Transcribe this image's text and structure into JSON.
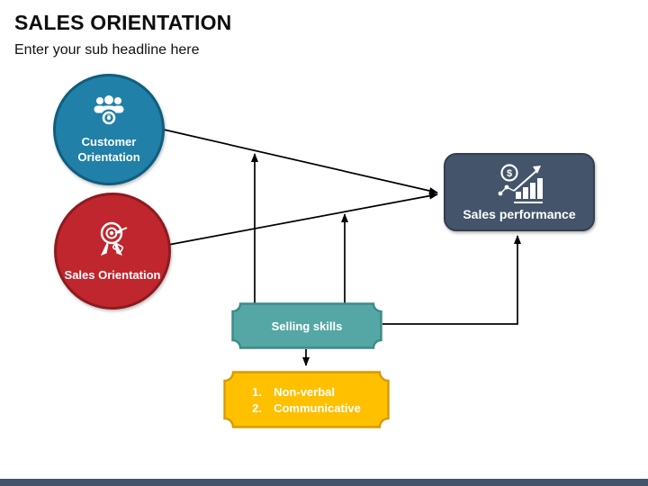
{
  "slide": {
    "title": "SALES ORIENTATION",
    "subtitle": "Enter your sub headline here"
  },
  "nodes": {
    "customer": {
      "label": "Customer Orientation",
      "fill": "#2080A8",
      "border": "#0F5E7F",
      "icon": "customer-group-target-icon"
    },
    "sales": {
      "label": "Sales Orientation",
      "fill": "#C0262D",
      "border": "#8E1A1F",
      "icon": "target-dart-icon"
    },
    "performance": {
      "label": "Sales performance",
      "fill": "#44546A",
      "border": "#333F50",
      "icon": "dollar-growth-chart-icon",
      "dollar_sign": "$"
    },
    "selling_skills": {
      "label": "Selling skills",
      "fill": "#55A7A5",
      "border": "#3E8A87"
    },
    "skills_list": {
      "fill": "#FFC000",
      "border": "#D89B05",
      "items": [
        {
          "num": "1.",
          "label": "Non-verbal"
        },
        {
          "num": "2.",
          "label": "Communicative"
        }
      ]
    }
  },
  "connectors": {
    "color": "#000000",
    "list": [
      "customer-to-performance",
      "sales-to-performance",
      "skills-to-customer-line",
      "skills-to-sales-line",
      "skills-to-performance-elbow",
      "skills-to-list"
    ]
  },
  "footer": {
    "bar_color": "#44546A"
  }
}
